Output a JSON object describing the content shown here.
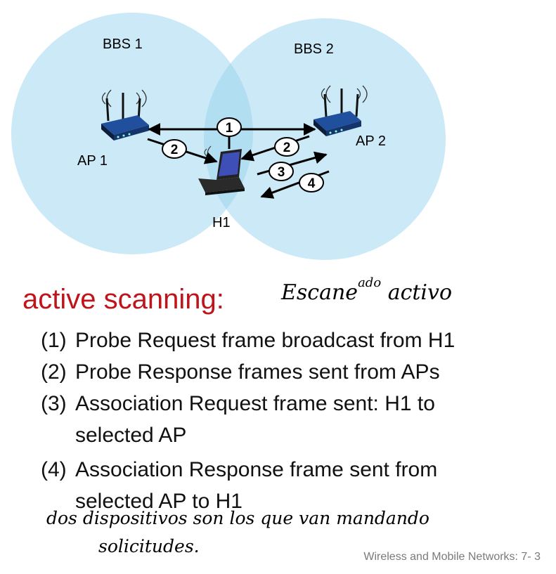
{
  "diagram": {
    "cells": [
      "BBS 1",
      "BBS 2"
    ],
    "access_points": [
      "AP 1",
      "AP 2"
    ],
    "host": "H1",
    "step_markers": [
      "1",
      "2",
      "2",
      "3",
      "4"
    ],
    "colors": {
      "cell": "#cbe9f6",
      "overlap": "#b2def2",
      "arrow": "#000000"
    }
  },
  "heading": "active  scanning:",
  "handwritten_heading": {
    "main_a": "Escane",
    "superscript": "ado",
    "main_b": " activo"
  },
  "steps": [
    {
      "num": "(1)",
      "text": "Probe Request frame broadcast from H1"
    },
    {
      "num": "(2)",
      "text": "Probe Response frames sent from APs"
    },
    {
      "num": "(3)",
      "text": "Association Request frame sent: H1 to",
      "cont": "selected AP"
    },
    {
      "num": "(4)",
      "text": "Association Response frame sent from",
      "cont": "selected AP to H1"
    }
  ],
  "handwritten_note": [
    "dos dispositivos son los que van mandando",
    "solicitudes."
  ],
  "footer": "Wireless and Mobile Networks: 7- 3",
  "colors": {
    "heading": "#c0141b",
    "footer": "#7a7a7a"
  }
}
